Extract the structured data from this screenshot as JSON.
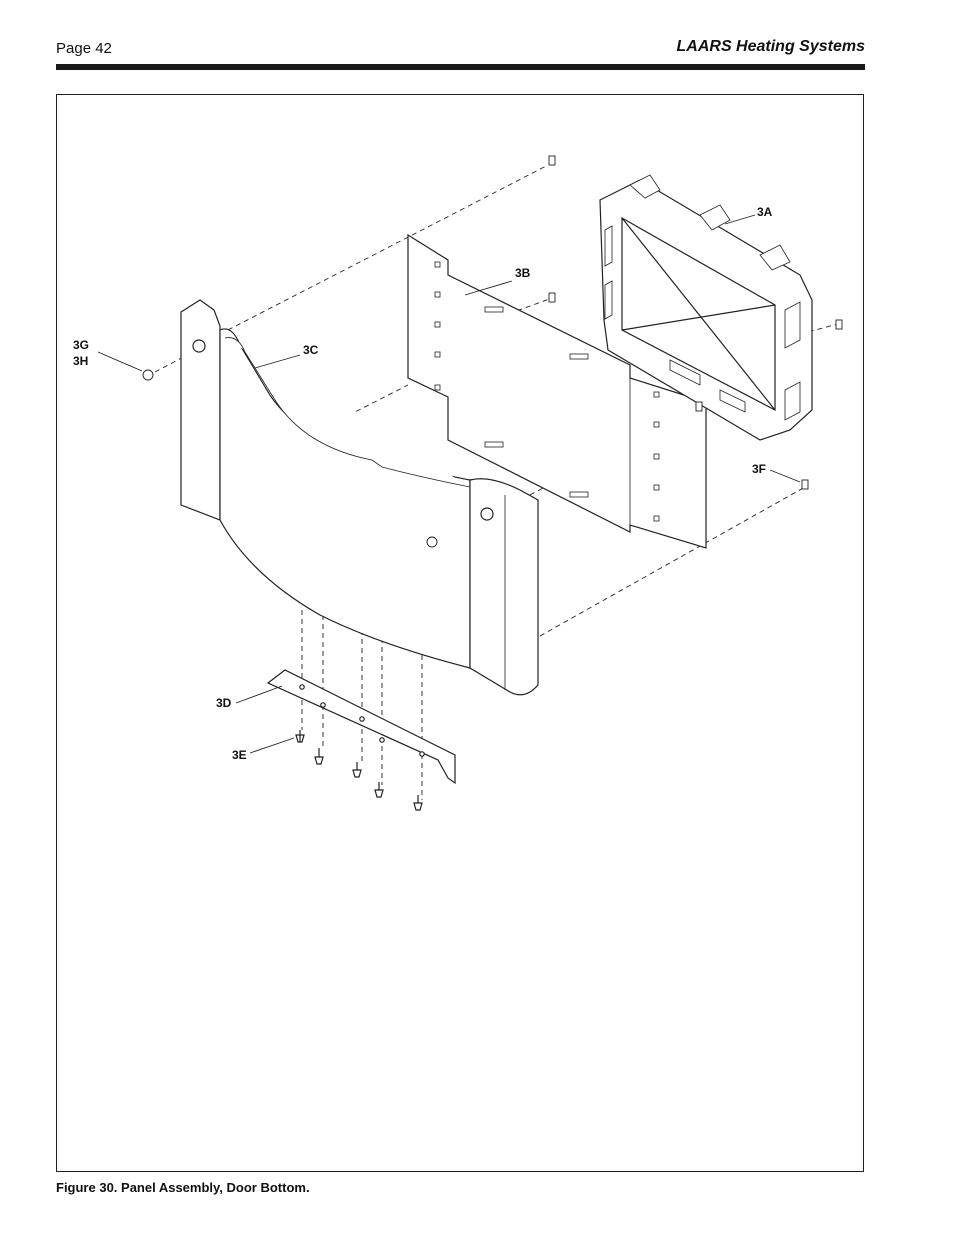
{
  "header": {
    "page": "Page 42",
    "brand": "LAARS Heating Systems"
  },
  "callouts": {
    "a": "3A",
    "b": "3B",
    "c": "3C",
    "d": "3D",
    "e": "3E",
    "f": "3F",
    "g": "3G",
    "h": "3H"
  },
  "caption": "Figure 30.  Panel Assembly, Door Bottom."
}
